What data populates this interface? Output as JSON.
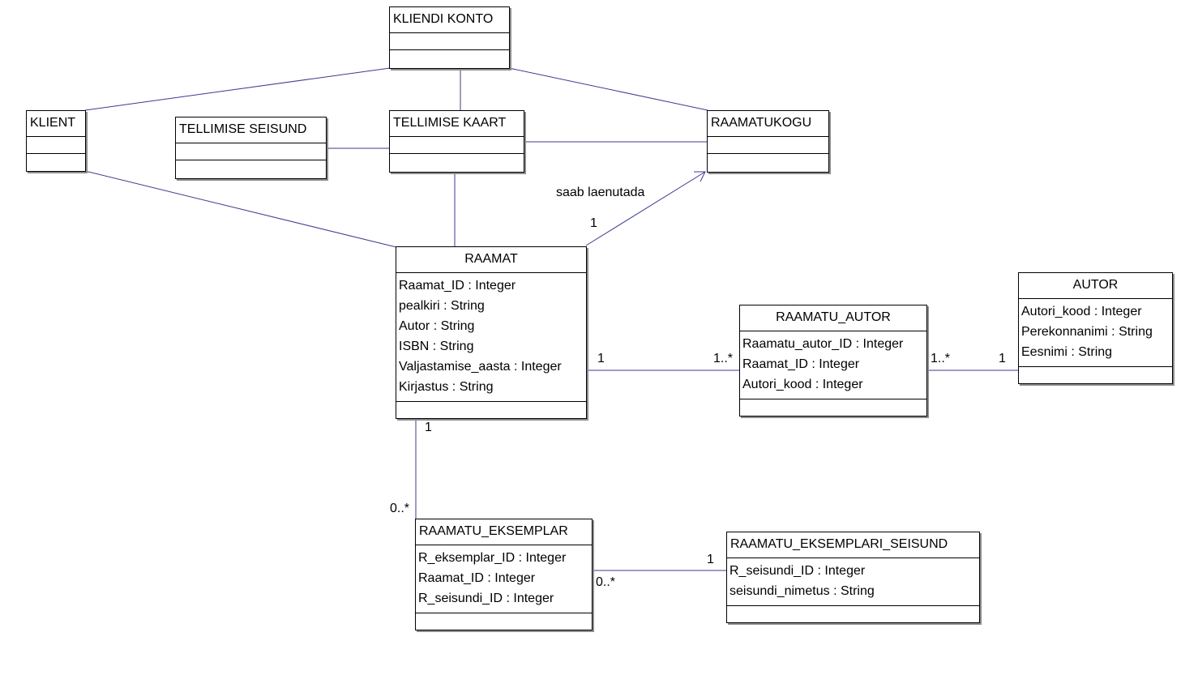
{
  "classes": {
    "kliendi_konto": {
      "name": "KLIENDI KONTO",
      "attributes": []
    },
    "klient": {
      "name": "KLIENT",
      "attributes": []
    },
    "tellimise_seisund": {
      "name": "TELLIMISE SEISUND",
      "attributes": []
    },
    "tellimise_kaart": {
      "name": "TELLIMISE KAART",
      "attributes": []
    },
    "raamatukogu": {
      "name": "RAAMATUKOGU",
      "attributes": []
    },
    "raamat": {
      "name": "RAAMAT",
      "attributes": [
        "Raamat_ID : Integer",
        "pealkiri : String",
        "Autor : String",
        "ISBN : String",
        "Valjastamise_aasta : Integer",
        "Kirjastus : String"
      ]
    },
    "raamatu_autor": {
      "name": "RAAMATU_AUTOR",
      "attributes": [
        "Raamatu_autor_ID : Integer",
        "Raamat_ID : Integer",
        "Autori_kood : Integer"
      ]
    },
    "autor": {
      "name": "AUTOR",
      "attributes": [
        "Autori_kood : Integer",
        "Perekonnanimi : String",
        "Eesnimi : String"
      ]
    },
    "raamatu_eksemplar": {
      "name": "RAAMATU_EKSEMPLAR",
      "attributes": [
        "R_eksemplar_ID : Integer",
        "Raamat_ID : Integer",
        "R_seisundi_ID : Integer"
      ]
    },
    "raamatu_eksemplari_seisund": {
      "name": "RAAMATU_EKSEMPLARI_SEISUND",
      "attributes": [
        "R_seisundi_ID : Integer",
        "seisundi_nimetus : String"
      ]
    }
  },
  "associations": {
    "raamat_raamatukogu": {
      "label": "saab laenutada",
      "source_multiplicity": "1"
    },
    "raamat_raamatu_autor": {
      "source_multiplicity": "1",
      "target_multiplicity": "1..*"
    },
    "raamatu_autor_autor": {
      "source_multiplicity": "1..*",
      "target_multiplicity": "1"
    },
    "raamat_raamatu_eksemplar": {
      "source_multiplicity": "1",
      "target_multiplicity": "0..*"
    },
    "raamatu_eksemplar_seisund": {
      "source_multiplicity": "0..*",
      "target_multiplicity": "1"
    }
  },
  "colors": {
    "line": "#3b3b8f",
    "border": "#000000",
    "shadow": "#8c8c8c"
  }
}
